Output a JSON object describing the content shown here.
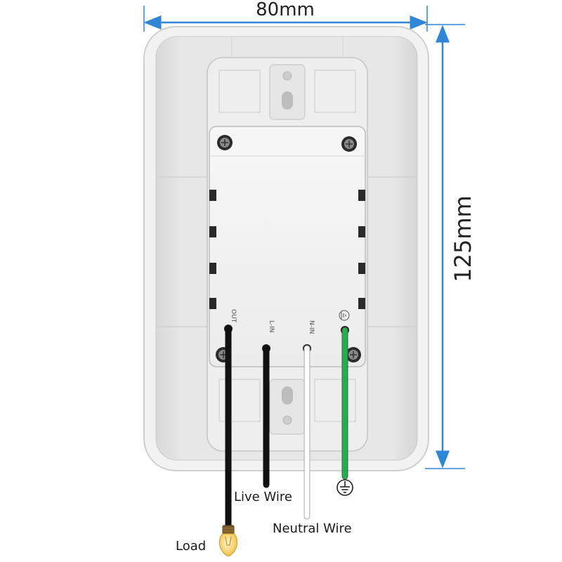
{
  "dimensions": {
    "width_label": "80mm",
    "height_label": "125mm"
  },
  "terminals": {
    "out": "OUT",
    "live_in": "L-IN",
    "neutral_in": "N-IN"
  },
  "wire_labels": {
    "live": "Live Wire",
    "neutral": "Neutral Wire",
    "load": "Load"
  },
  "icons": {
    "ground": "ground-symbol-icon",
    "load": "light-bulb-icon"
  },
  "colors": {
    "dimension_line": "#2f86d6",
    "live_wire": "#111111",
    "neutral_wire": "#ffffff",
    "ground_wire": "#1fb14a",
    "load_wire": "#111111"
  }
}
